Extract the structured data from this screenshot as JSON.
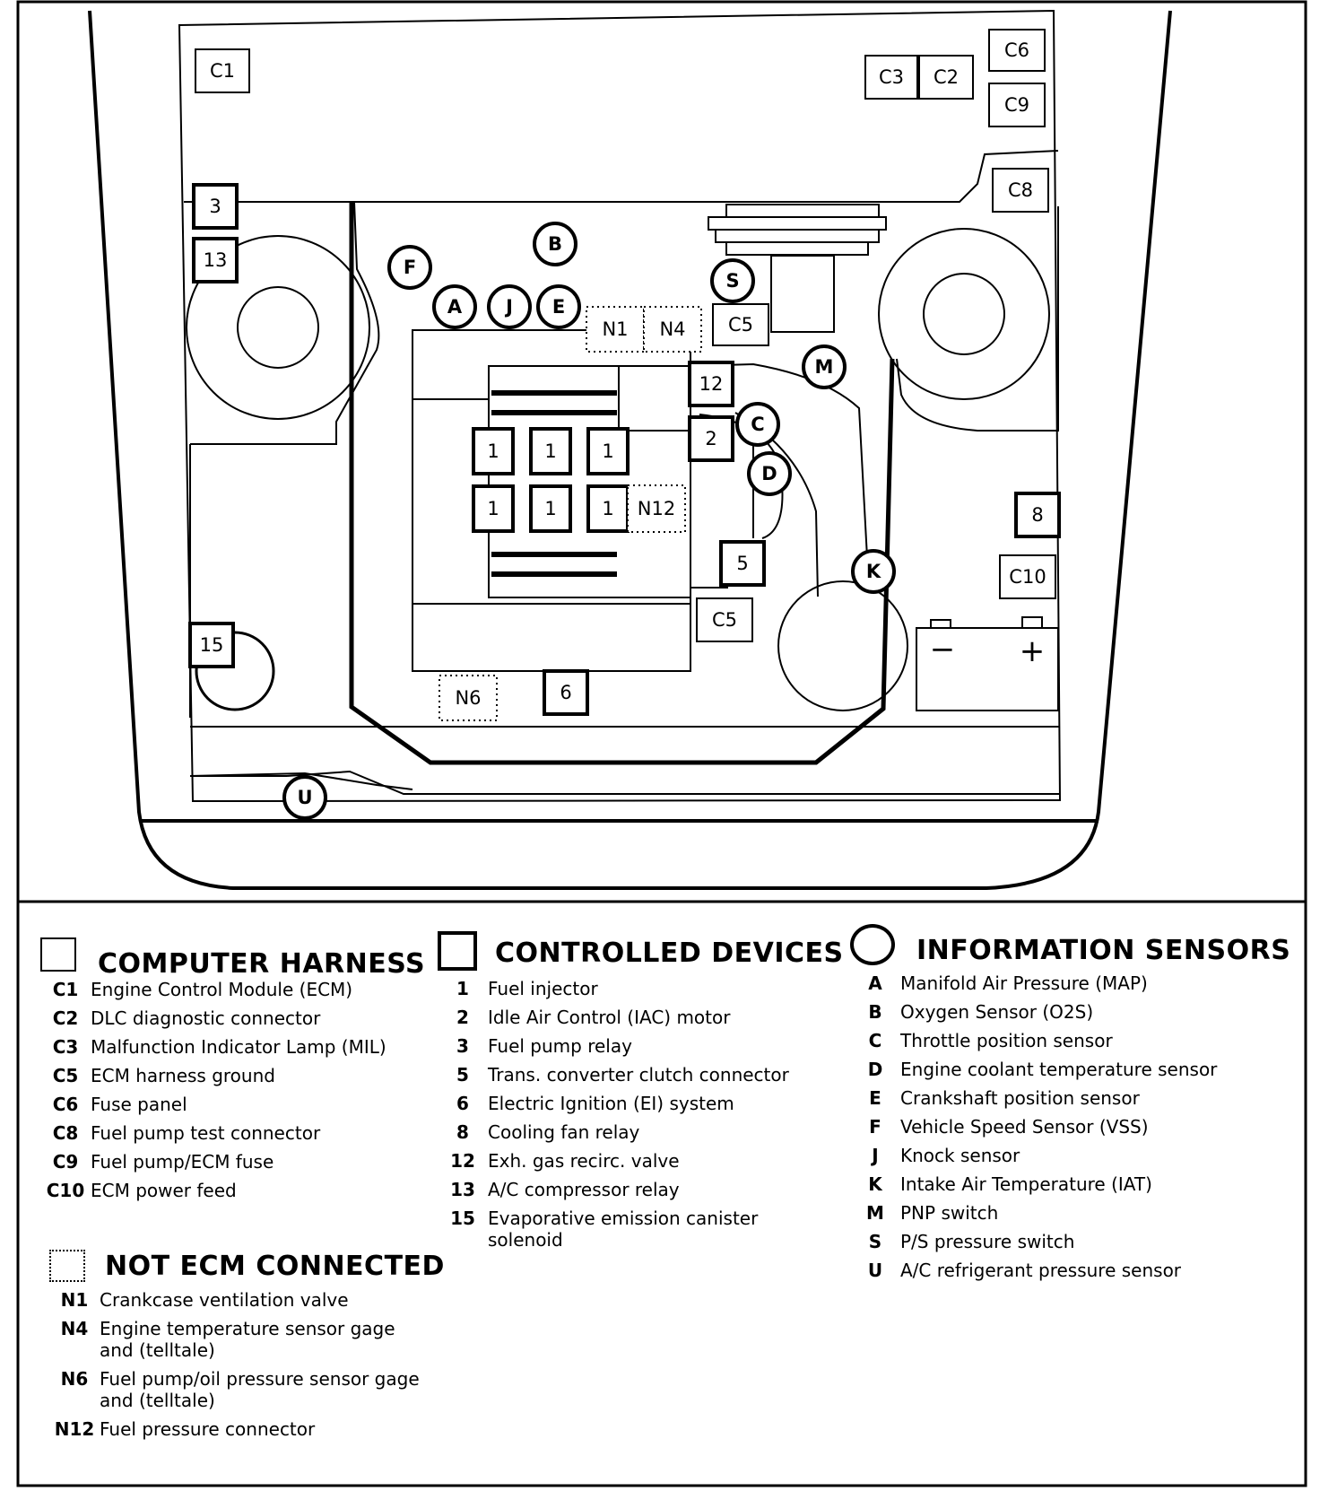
{
  "diagram": {
    "computer_harness_tags": [
      {
        "id": "C1",
        "label": "C1"
      },
      {
        "id": "C3",
        "label": "C3"
      },
      {
        "id": "C2",
        "label": "C2"
      },
      {
        "id": "C6",
        "label": "C6"
      },
      {
        "id": "C9",
        "label": "C9"
      },
      {
        "id": "C8",
        "label": "C8"
      },
      {
        "id": "C5-top",
        "label": "C5"
      },
      {
        "id": "C5-mid",
        "label": "C5"
      },
      {
        "id": "C10",
        "label": "C10"
      }
    ],
    "controlled_device_tags": [
      {
        "id": "3",
        "label": "3"
      },
      {
        "id": "13",
        "label": "13"
      },
      {
        "id": "12",
        "label": "12"
      },
      {
        "id": "2",
        "label": "2"
      },
      {
        "id": "5",
        "label": "5"
      },
      {
        "id": "8",
        "label": "8"
      },
      {
        "id": "15",
        "label": "15"
      },
      {
        "id": "6",
        "label": "6"
      },
      {
        "id": "1a",
        "label": "1"
      },
      {
        "id": "1b",
        "label": "1"
      },
      {
        "id": "1c",
        "label": "1"
      },
      {
        "id": "1d",
        "label": "1"
      },
      {
        "id": "1e",
        "label": "1"
      },
      {
        "id": "1f",
        "label": "1"
      }
    ],
    "sensor_tags": [
      {
        "id": "B",
        "label": "B"
      },
      {
        "id": "F",
        "label": "F"
      },
      {
        "id": "A",
        "label": "A"
      },
      {
        "id": "J",
        "label": "J"
      },
      {
        "id": "E",
        "label": "E"
      },
      {
        "id": "S",
        "label": "S"
      },
      {
        "id": "M",
        "label": "M"
      },
      {
        "id": "C",
        "label": "C"
      },
      {
        "id": "D",
        "label": "D"
      },
      {
        "id": "K",
        "label": "K"
      },
      {
        "id": "U",
        "label": "U"
      }
    ],
    "not_ecm_tags": [
      {
        "id": "N1",
        "label": "N1"
      },
      {
        "id": "N4",
        "label": "N4"
      },
      {
        "id": "N12",
        "label": "N12"
      },
      {
        "id": "N6",
        "label": "N6"
      }
    ],
    "battery": {
      "minus": "−",
      "plus": "+"
    }
  },
  "legend": {
    "computer_harness": {
      "title": "COMPUTER HARNESS",
      "items": [
        {
          "code": "C1",
          "desc": "Engine Control Module (ECM)"
        },
        {
          "code": "C2",
          "desc": "DLC diagnostic connector"
        },
        {
          "code": "C3",
          "desc": "Malfunction Indicator Lamp (MIL)"
        },
        {
          "code": "C5",
          "desc": "ECM harness ground"
        },
        {
          "code": "C6",
          "desc": "Fuse panel"
        },
        {
          "code": "C8",
          "desc": "Fuel pump test connector"
        },
        {
          "code": "C9",
          "desc": "Fuel pump/ECM fuse"
        },
        {
          "code": "C10",
          "desc": "ECM power feed"
        }
      ]
    },
    "not_ecm_connected": {
      "title": "NOT ECM CONNECTED",
      "items": [
        {
          "code": "N1",
          "desc": "Crankcase ventilation valve"
        },
        {
          "code": "N4",
          "desc": "Engine temperature sensor gage and (telltale)"
        },
        {
          "code": "N6",
          "desc": "Fuel pump/oil pressure sensor gage and (telltale)"
        },
        {
          "code": "N12",
          "desc": "Fuel pressure connector"
        }
      ]
    },
    "controlled_devices": {
      "title": "CONTROLLED DEVICES",
      "items": [
        {
          "code": "1",
          "desc": "Fuel injector"
        },
        {
          "code": "2",
          "desc": "Idle Air Control (IAC) motor"
        },
        {
          "code": "3",
          "desc": "Fuel pump relay"
        },
        {
          "code": "5",
          "desc": "Trans. converter clutch connector"
        },
        {
          "code": "6",
          "desc": "Electric Ignition (EI) system"
        },
        {
          "code": "8",
          "desc": "Cooling fan relay"
        },
        {
          "code": "12",
          "desc": "Exh. gas recirc. valve"
        },
        {
          "code": "13",
          "desc": "A/C compressor relay"
        },
        {
          "code": "15",
          "desc": "Evaporative emission canister solenoid"
        }
      ]
    },
    "information_sensors": {
      "title": "INFORMATION SENSORS",
      "items": [
        {
          "code": "A",
          "desc": "Manifold Air Pressure (MAP)"
        },
        {
          "code": "B",
          "desc": "Oxygen Sensor (O2S)"
        },
        {
          "code": "C",
          "desc": "Throttle position sensor"
        },
        {
          "code": "D",
          "desc": "Engine coolant temperature sensor"
        },
        {
          "code": "E",
          "desc": "Crankshaft position sensor"
        },
        {
          "code": "F",
          "desc": "Vehicle Speed Sensor (VSS)"
        },
        {
          "code": "J",
          "desc": "Knock sensor"
        },
        {
          "code": "K",
          "desc": "Intake Air Temperature (IAT)"
        },
        {
          "code": "M",
          "desc": "PNP switch"
        },
        {
          "code": "S",
          "desc": "P/S pressure switch"
        },
        {
          "code": "U",
          "desc": "A/C refrigerant pressure sensor"
        }
      ]
    }
  }
}
